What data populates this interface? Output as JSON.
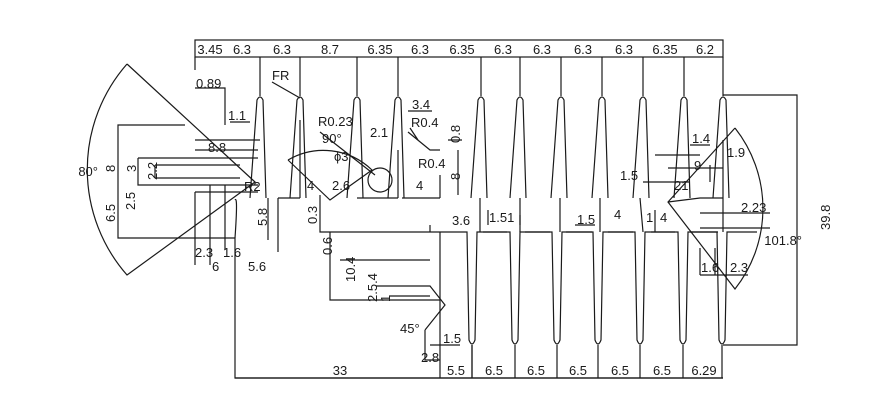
{
  "drawing": {
    "top_dims": [
      "3.45",
      "6.3",
      "6.3",
      "8.7",
      "6.35",
      "6.3",
      "6.35",
      "6.3",
      "6.3",
      "6.3",
      "6.3",
      "6.35",
      "6.2"
    ],
    "bottom_dims": [
      "33",
      "5.5",
      "6.5",
      "6.5",
      "6.5",
      "6.5",
      "6.5",
      "6.29"
    ],
    "overall_height": "39.8",
    "left_angle": "80°",
    "right_angle": "101.8°",
    "bottom_angle": "45°",
    "labels": {
      "d089": "0.89",
      "d11": "1.1",
      "fr": "FR",
      "d88": "8.8",
      "d8": "8",
      "d3": "3",
      "d22": "2.2",
      "d25": "2.5",
      "d65": "6.5",
      "r2": "R2",
      "d58": "5.8",
      "d23l": "2.3",
      "d16l": "1.6",
      "d6": "6",
      "d56": "5.6",
      "r023": "R0.23",
      "a90": "90°",
      "phi3": "ϕ3",
      "d21": "2.1",
      "d4a": "4",
      "d26": "2.6",
      "d03": "0.3",
      "d34": "3.4",
      "r04a": "R0.4",
      "d08": "0.8",
      "r04b": "R0.4",
      "d4b": "4",
      "d8b": "8",
      "d36": "3.6",
      "d151": "1.51",
      "d15a": "1.5",
      "d4c": "4",
      "d14a": "1",
      "d14b": "4",
      "d14": "1.4",
      "d19": "1.9",
      "d9": "9",
      "d15b": "1.5",
      "d21b": "21",
      "d223": "2.23",
      "d16r": "1.6",
      "d23r": "2.3",
      "d06": "0.6",
      "d104": "10.4",
      "d254": "2.5.4",
      "d1": "1",
      "d15c": "1.5",
      "d28": "2.8"
    }
  }
}
